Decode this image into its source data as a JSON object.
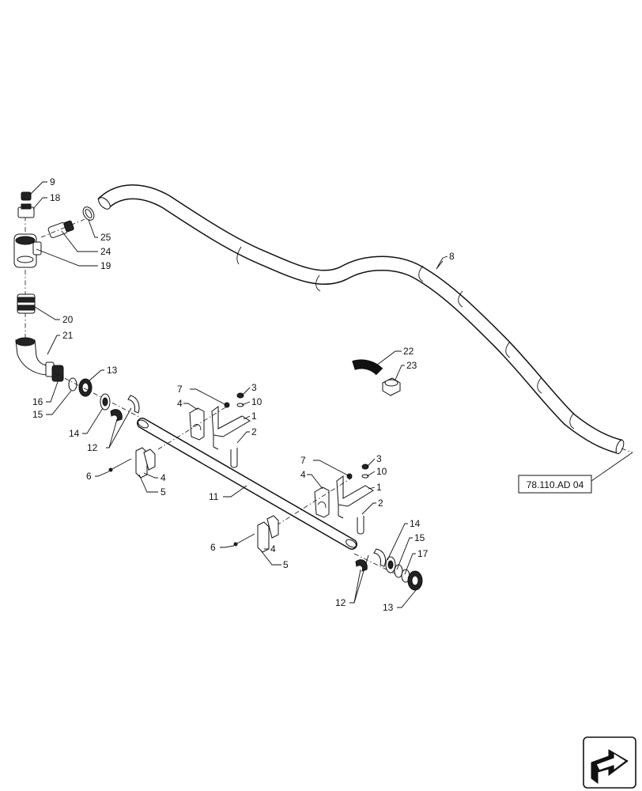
{
  "callouts": {
    "c1a": "1",
    "c1b": "1",
    "c2a": "2",
    "c2b": "2",
    "c3a": "3",
    "c3b": "3",
    "c4a": "4",
    "c4b": "4",
    "c4c": "4",
    "c4d": "4",
    "c5a": "5",
    "c5b": "5",
    "c6a": "6",
    "c6b": "6",
    "c7a": "7",
    "c7b": "7",
    "c8": "8",
    "c9": "9",
    "c10a": "10",
    "c10b": "10",
    "c11": "11",
    "c12a": "12",
    "c12b": "12",
    "c13a": "13",
    "c13b": "13",
    "c14a": "14",
    "c14b": "14",
    "c15a": "15",
    "c15b": "15",
    "c16": "16",
    "c17": "17",
    "c18": "18",
    "c19": "19",
    "c20": "20",
    "c21": "21",
    "c22": "22",
    "c23": "23",
    "c24": "24",
    "c25": "25"
  },
  "reference_label": "78.110.AD 04",
  "nav_icon": "next-page-arrow-icon"
}
